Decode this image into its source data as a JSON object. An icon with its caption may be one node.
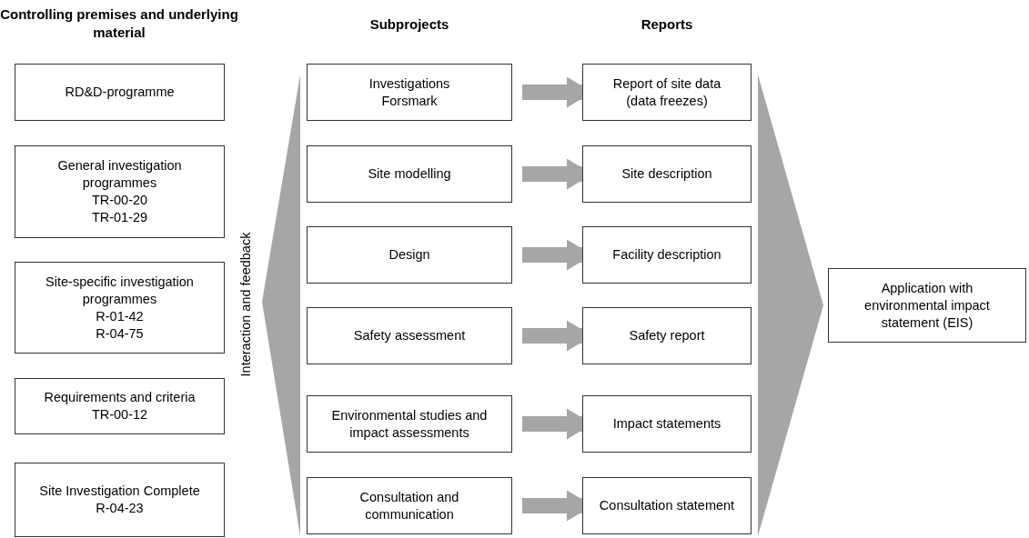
{
  "diagram": {
    "nodes": [
      {
        "text": [
          "RD&D-programme"
        ]
      },
      {
        "text": [
          "General investigation programmes",
          "TR-00-20",
          "TR-01-29"
        ]
      },
      {
        "text": [
          "Site-specific investigation programmes",
          "R-01-42",
          "R-04-75"
        ]
      },
      {
        "text": [
          "Requirements and criteria",
          "TR-00-12"
        ]
      },
      {
        "text": [
          "Site Investigation Complete",
          "R-04-23"
        ]
      },
      {
        "text": [
          "Investigations Forsmark"
        ]
      },
      {
        "text": [
          "Site modelling"
        ]
      },
      {
        "text": [
          "Design"
        ]
      },
      {
        "text": [
          "Safety assessment"
        ]
      },
      {
        "text": [
          "Environmental studies and impact assessments"
        ]
      },
      {
        "text": [
          "Consultation and communication"
        ]
      },
      {
        "text": [
          "Report of site data (data freezes)"
        ]
      },
      {
        "text": [
          "Site description"
        ]
      },
      {
        "text": [
          "Facility description"
        ]
      },
      {
        "text": [
          "Safety report"
        ]
      },
      {
        "text": [
          "Impact statements"
        ]
      },
      {
        "text": [
          "Consultation statement"
        ]
      },
      {
        "text": [
          "Application with environmental impact statement (EIS)"
        ]
      },
      {
        "text": [],
        "shape": "triangle",
        "beside": [
          "Interaction and feedback"
        ]
      },
      {
        "text": [],
        "shape": "triangle"
      }
    ],
    "edges": [
      {
        "from": 5,
        "to": 11,
        "arrow": "to"
      },
      {
        "from": 6,
        "to": 12,
        "arrow": "to"
      },
      {
        "from": 7,
        "to": 13,
        "arrow": "to"
      },
      {
        "from": 8,
        "to": 14,
        "arrow": "to"
      },
      {
        "from": 9,
        "to": 15,
        "arrow": "to"
      },
      {
        "from": 10,
        "to": 16,
        "arrow": "to"
      }
    ],
    "labels": [
      "Controlling premises and underlying material",
      "Subprojects",
      "Reports"
    ]
  }
}
